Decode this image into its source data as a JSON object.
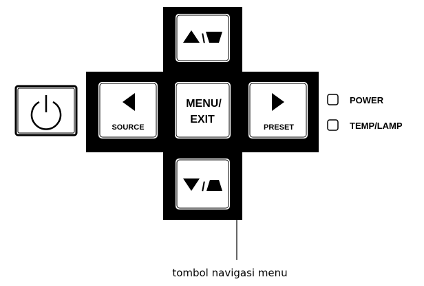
{
  "buttons": {
    "power": {
      "icon": "power-icon"
    },
    "up": {
      "icon": "up-triangle-slash-keystone-icon",
      "separator": "\\"
    },
    "left": {
      "icon": "left-triangle-icon",
      "label": "SOURCE"
    },
    "center": {
      "line1": "MENU/",
      "line2": "EXIT"
    },
    "right": {
      "icon": "right-triangle-icon",
      "label": "PRESET"
    },
    "down": {
      "icon": "down-triangle-slash-keystone-icon",
      "separator": "/"
    }
  },
  "indicators": [
    {
      "label": "POWER"
    },
    {
      "label": "TEMP/LAMP"
    }
  ],
  "caption": "tombol navigasi menu",
  "colors": {
    "ink": "#000000",
    "key_face": "#ffffff",
    "page": "#ffffff"
  }
}
